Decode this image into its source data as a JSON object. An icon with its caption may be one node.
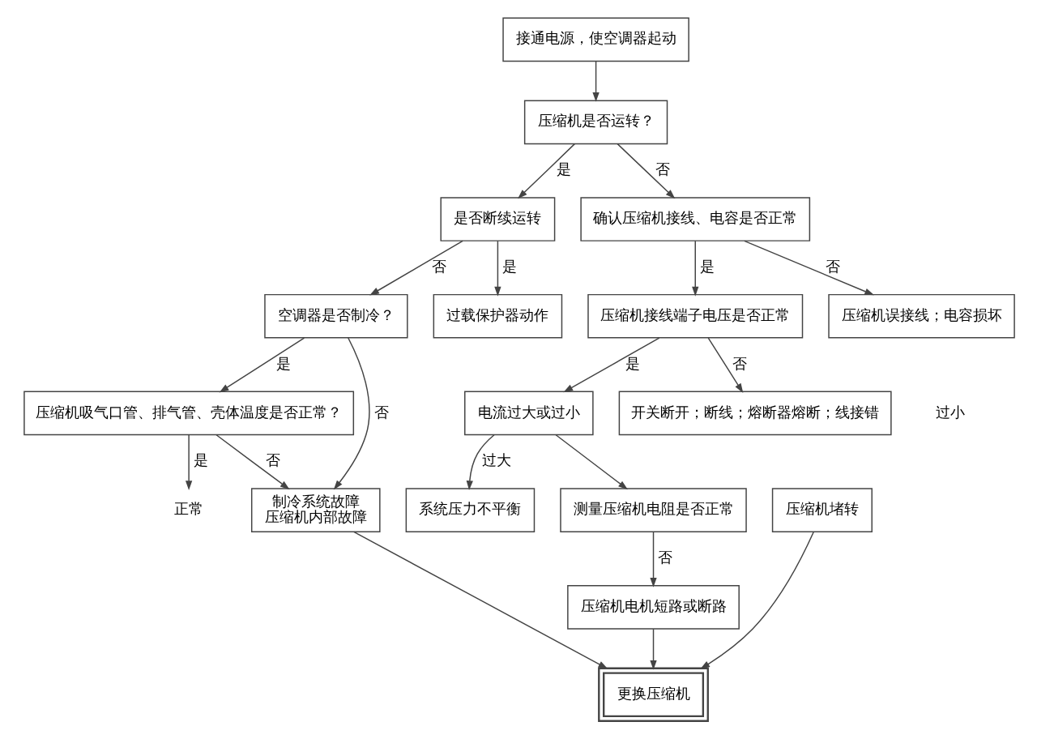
{
  "diagram": {
    "nodes": [
      {
        "text": [
          "接通电源，使空调器起动"
        ]
      },
      {
        "text": [
          "压缩机是否运转？"
        ]
      },
      {
        "text": [
          "确认压缩机接线、电容是否正常"
        ]
      },
      {
        "text": [
          "是否断续运转"
        ]
      },
      {
        "text": [
          "过载保护器动作"
        ]
      },
      {
        "text": [
          "压缩机接线端子电压是否正常"
        ]
      },
      {
        "text": [
          "空调器是否制冷？"
        ]
      },
      {
        "text": [
          "压缩机误接线；电容损坏"
        ]
      },
      {
        "text": [
          "电流过大或过小"
        ]
      },
      {
        "text": [
          "系统压力不平衡"
        ]
      },
      {
        "text": [
          "压缩机吸气口管、排气管、壳体温度是否正常？"
        ]
      },
      {
        "text": [
          "压缩机堵转"
        ]
      },
      {
        "text": [
          "测量压缩机电阻是否正常"
        ]
      },
      {
        "text": [
          "开关断开；断线；熔断器熔断；线接错"
        ]
      },
      {
        "text": [
          "制冷系统故障",
          "压缩机内部故障"
        ]
      },
      {
        "text": [
          "正常"
        ]
      },
      {
        "text": [
          "压缩机电机短路或断路"
        ]
      },
      {
        "text": [
          "更换压缩机"
        ]
      }
    ],
    "edges": [
      {
        "from": 0,
        "to": 1,
        "arrow": "to"
      },
      {
        "from": 1,
        "to": 3,
        "arrow": "to",
        "label": "是"
      },
      {
        "from": 1,
        "to": 2,
        "arrow": "to",
        "label": "否"
      },
      {
        "from": 3,
        "to": 4,
        "arrow": "to",
        "label": "是"
      },
      {
        "from": 3,
        "to": 6,
        "arrow": "to",
        "label": "否"
      },
      {
        "from": 2,
        "to": 5,
        "arrow": "to",
        "label": "是"
      },
      {
        "from": 2,
        "to": 7,
        "arrow": "to",
        "label": "否"
      },
      {
        "from": 5,
        "to": 8,
        "arrow": "to",
        "label": "是"
      },
      {
        "from": 5,
        "to": 13,
        "arrow": "to",
        "label": "否"
      },
      {
        "from": 6,
        "to": 10,
        "arrow": "to",
        "label": "是"
      },
      {
        "from": 6,
        "to": 14,
        "arrow": "to",
        "label": "否"
      },
      {
        "from": 10,
        "to": 14,
        "arrow": "to",
        "label": "否"
      },
      {
        "from": 10,
        "to": 15,
        "arrow": "to",
        "label": "是"
      },
      {
        "from": 8,
        "to": 9,
        "arrow": "to",
        "label": "过大"
      },
      {
        "from": 8,
        "to": 12,
        "arrow": "to"
      },
      {
        "from": 12,
        "to": 16,
        "arrow": "to",
        "label": "否"
      },
      {
        "from": 14,
        "to": 17,
        "arrow": "to"
      },
      {
        "from": 11,
        "to": 17,
        "arrow": "to"
      },
      {
        "from": 16,
        "to": 17,
        "arrow": "to"
      }
    ],
    "labels": [
      "过小"
    ]
  }
}
